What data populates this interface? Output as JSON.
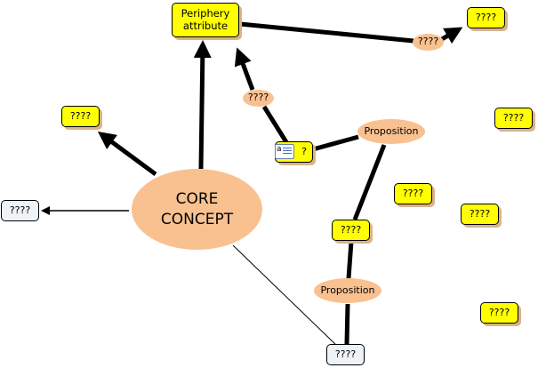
{
  "core_concept": {
    "label": "CORE\nCONCEPT"
  },
  "concepts": {
    "periphery": "Periphery\nattribute",
    "top_right": "????",
    "left_upper": "????",
    "left_box": "????",
    "right_mid": "????",
    "mid_1": "????",
    "mid_2": "????",
    "mid_3": "????",
    "lower_right": "????",
    "bottom": "????",
    "icon_node": "?"
  },
  "link_phrases": {
    "lp_top": "????",
    "lp_mid": "????",
    "proposition_1": "Proposition",
    "proposition_2": "Proposition"
  },
  "icons": {
    "resource_icon": "document-text-icon",
    "resource_letter": "a"
  },
  "colors": {
    "concept_fill": "#ffff00",
    "plain_fill": "#eef3f8",
    "link_fill": "#f9c190",
    "shadow": "#d9b48a",
    "line": "#000000"
  }
}
